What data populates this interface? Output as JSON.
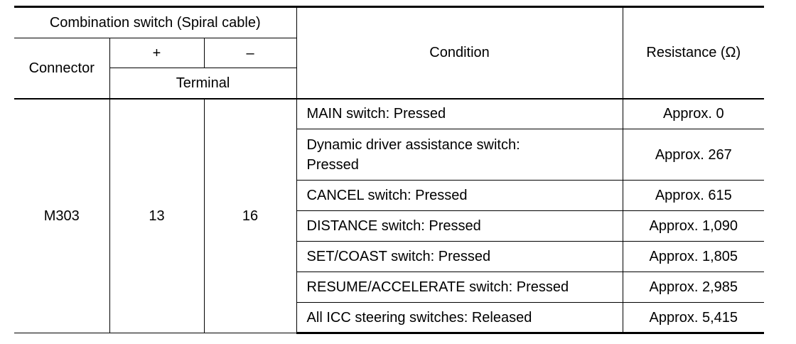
{
  "table": {
    "header": {
      "component": "Combination switch (Spiral cable)",
      "connector": "Connector",
      "plus": "+",
      "minus": "–",
      "terminal": "Terminal",
      "condition": "Condition",
      "resistance": "Resistance (Ω)"
    },
    "connector_value": "M303",
    "plus_value": "13",
    "minus_value": "16",
    "rows": [
      {
        "condition": "MAIN switch: Pressed",
        "resistance": "Approx. 0"
      },
      {
        "condition_line1": "Dynamic driver assistance switch:",
        "condition_line2": "Pressed",
        "resistance": "Approx. 267"
      },
      {
        "condition": "CANCEL switch: Pressed",
        "resistance": "Approx. 615"
      },
      {
        "condition": "DISTANCE switch: Pressed",
        "resistance": "Approx. 1,090"
      },
      {
        "condition": "SET/COAST switch: Pressed",
        "resistance": "Approx. 1,805"
      },
      {
        "condition": "RESUME/ACCELERATE switch: Pressed",
        "resistance": "Approx. 2,985"
      },
      {
        "condition": "All ICC steering switches: Released",
        "resistance": "Approx. 5,415"
      }
    ]
  }
}
